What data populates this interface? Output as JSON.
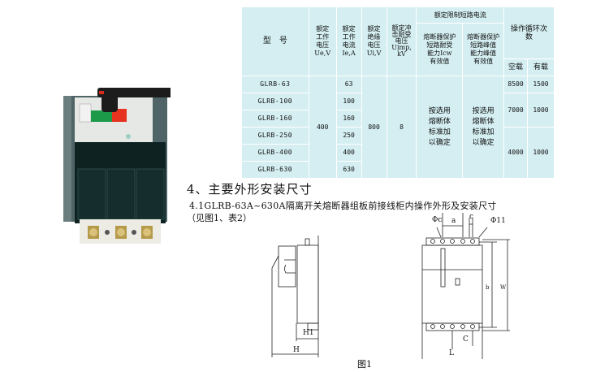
{
  "table": {
    "headers": {
      "model": "型　号",
      "rated_voltage": [
        "额定",
        "工作",
        "电压",
        "Ue,V"
      ],
      "rated_current": [
        "额定",
        "工作",
        "电流",
        "Ie,A"
      ],
      "insulation_voltage": [
        "额定",
        "绝缘",
        "电压",
        "Ui,V"
      ],
      "impulse_voltage": [
        "额定冲",
        "击耐受",
        "电压",
        "Uimp,",
        "kV"
      ],
      "short_circuit_group": "额定限制短路电流",
      "icw": [
        "熔断器保护",
        "短路耐受",
        "能力Icw",
        "有效值"
      ],
      "peak": [
        "熔断器保护",
        "短路峰值",
        "能力峰值",
        "有效值"
      ],
      "cycles": "操作循环次数",
      "no_load": "空载",
      "load": "有载"
    },
    "rows": [
      {
        "model": "GLRB-63",
        "current": "63"
      },
      {
        "model": "GLRB-100",
        "current": "100"
      },
      {
        "model": "GLRB-160",
        "current": "160"
      },
      {
        "model": "GLRB-250",
        "current": "250"
      },
      {
        "model": "GLRB-400",
        "current": "400"
      },
      {
        "model": "GLRB-630",
        "current": "630"
      }
    ],
    "rated_voltage_value": "400",
    "insulation_voltage_value": "800",
    "impulse_voltage_value": "8",
    "icw_value": [
      "按选用",
      "熔断体",
      "标准加",
      "以确定"
    ],
    "peak_value": [
      "按选用",
      "熔断体",
      "标准加",
      "以确定"
    ],
    "cycle_groups": [
      {
        "no_load": "8500",
        "load": "1500"
      },
      {
        "no_load": "7000",
        "load": "1000"
      },
      {
        "no_load": "4000",
        "load": "1000"
      }
    ]
  },
  "section": {
    "title": "4、主要外形安装尺寸",
    "subtitle": "4.1GLRB-63A~630A隔离开关熔断器组板前接线柜内操作外形及安装尺寸",
    "reference": "（见图1、表2）"
  },
  "figure": {
    "caption": "图1",
    "labels": {
      "H1": "H1",
      "H": "H",
      "phi_c": "Φc",
      "a": "a",
      "c": "c",
      "phi11": "Φ11",
      "b": "b",
      "W": "W",
      "C": "C",
      "L": "L"
    }
  }
}
